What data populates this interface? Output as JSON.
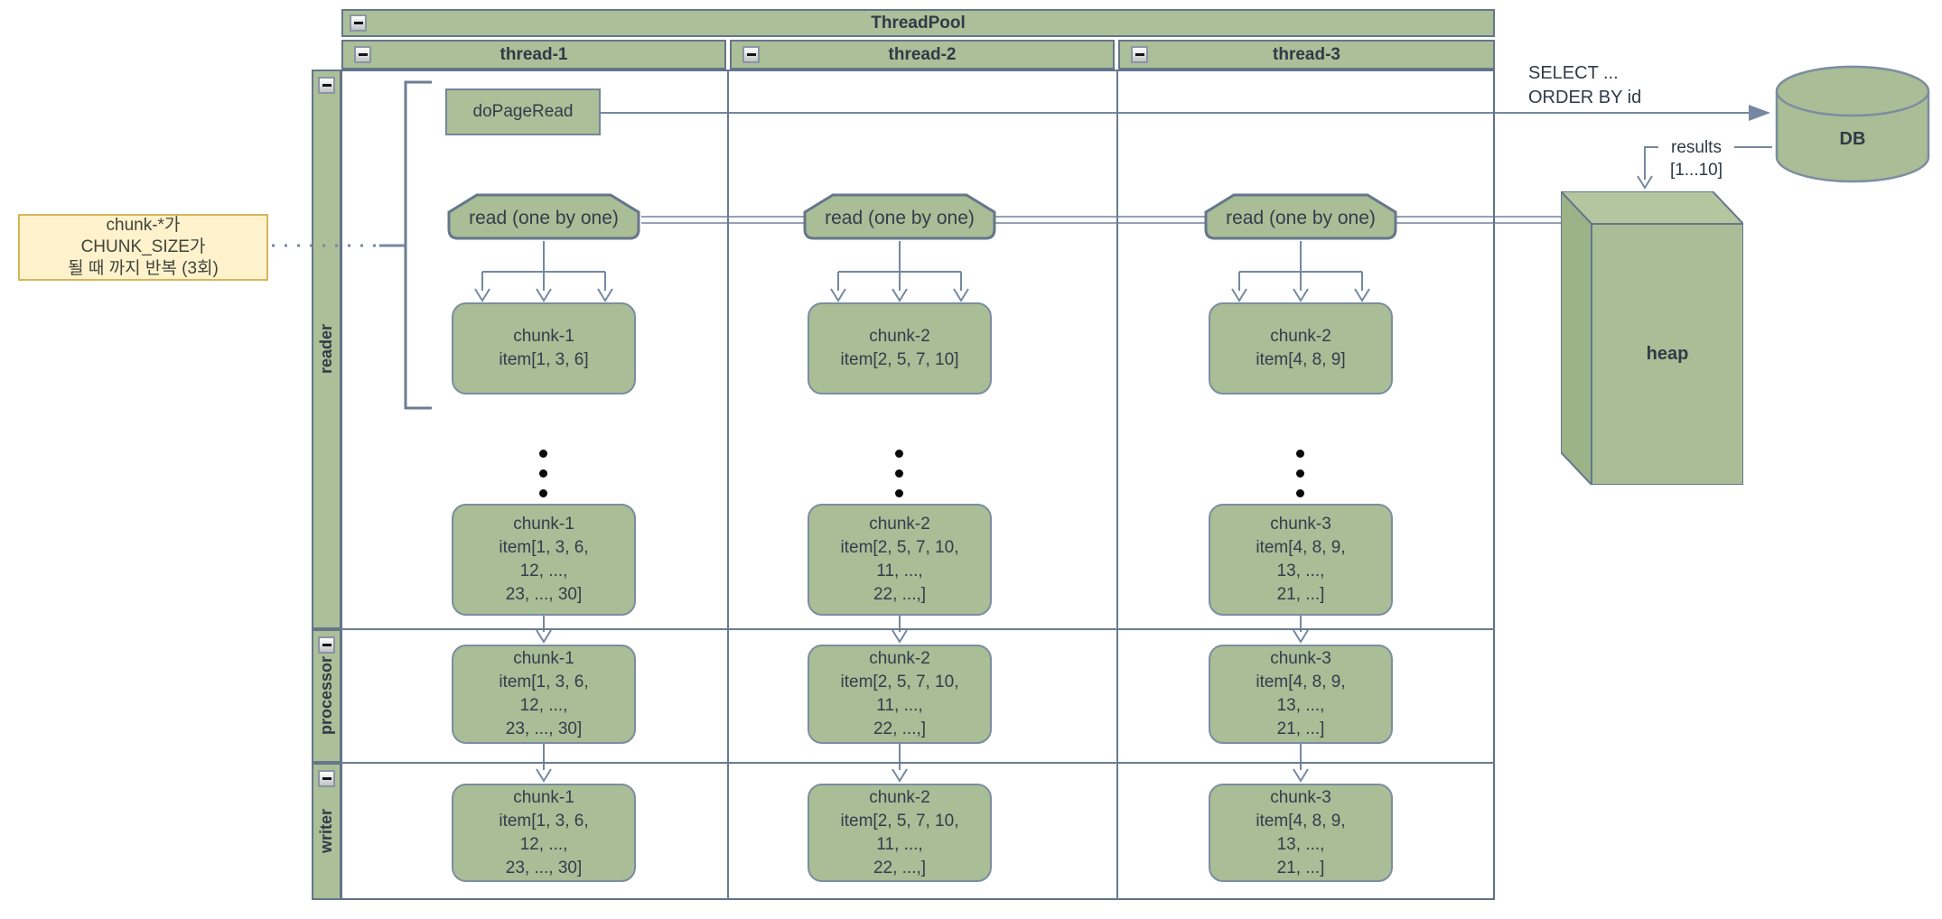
{
  "colors": {
    "shape_fill": "#abbf98",
    "shape_border": "#65768b",
    "box_border": "#7c8da0",
    "line": "#7588a1",
    "double_line": "#93a1b4",
    "text": "#323d4c",
    "note_fill": "#fff2cc",
    "note_border": "#d6b656"
  },
  "icons": {
    "collapse": "minus-icon"
  },
  "pool": {
    "title": "ThreadPool"
  },
  "threads": [
    "thread-1",
    "thread-2",
    "thread-3"
  ],
  "rows": [
    "reader",
    "processor",
    "writer"
  ],
  "reader_stage": {
    "do_page_read": "doPageRead",
    "read": "read (one by one)"
  },
  "chunks": {
    "reader_top": [
      "chunk-1\nitem[1, 3, 6]",
      "chunk-2\nitem[2, 5, 7, 10]",
      "chunk-2\nitem[4, 8, 9]"
    ],
    "reader_bottom": [
      "chunk-1\nitem[1, 3, 6,\n12, ...,\n23, ..., 30]",
      "chunk-2\nitem[2, 5, 7, 10,\n11, ...,\n22, ...,]",
      "chunk-3\nitem[4, 8, 9,\n13, ...,\n21, ...]"
    ],
    "processor": [
      "chunk-1\nitem[1, 3, 6,\n12, ...,\n23, ..., 30]",
      "chunk-2\nitem[2, 5, 7, 10,\n11, ...,\n22, ...,]",
      "chunk-3\nitem[4, 8, 9,\n13, ...,\n21, ...]"
    ],
    "writer": [
      "chunk-1\nitem[1, 3, 6,\n12, ...,\n23, ..., 30]",
      "chunk-2\nitem[2, 5, 7, 10,\n11, ...,\n22, ...,]",
      "chunk-3\nitem[4, 8, 9,\n13, ...,\n21, ...]"
    ]
  },
  "db": {
    "label": "DB"
  },
  "heap": {
    "label": "heap"
  },
  "edges": {
    "query": "SELECT ...\nORDER BY id",
    "results": "results\n[1...10]"
  },
  "note": "chunk-*가\nCHUNK_SIZE가\n될 때 까지 반복 (3회)"
}
